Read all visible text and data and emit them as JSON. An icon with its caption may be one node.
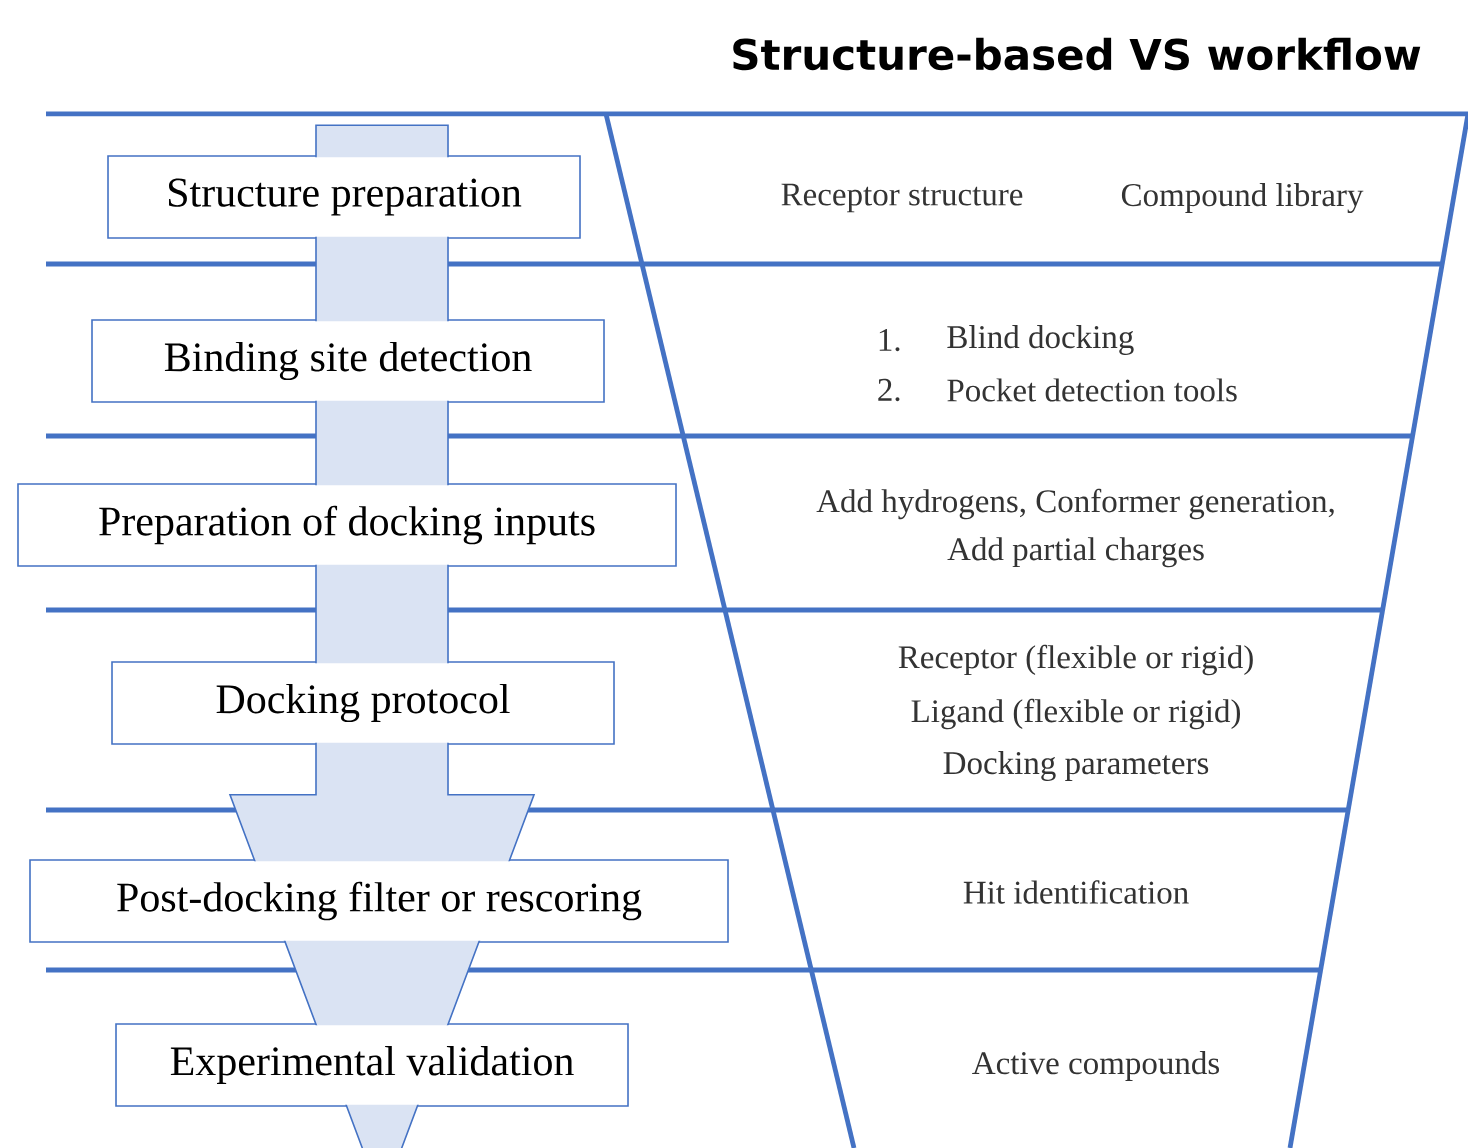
{
  "diagram": {
    "title": "Structure-based VS workflow",
    "nodes": [
      {
        "text": [
          "Structure preparation"
        ]
      },
      {
        "text": [
          "Binding site detection"
        ]
      },
      {
        "text": [
          "Preparation of docking inputs"
        ]
      },
      {
        "text": [
          "Docking protocol"
        ]
      },
      {
        "text": [
          "Post-docking filter or rescoring"
        ]
      },
      {
        "text": [
          "Experimental validation"
        ]
      }
    ],
    "edges": [
      {
        "from": 0,
        "to": 5,
        "arrow": "to"
      }
    ],
    "labels": [
      "Receptor structure",
      "Compound library",
      "1.",
      "Blind docking",
      "2.",
      "Pocket detection tools",
      "Add hydrogens, Conformer generation, Add partial charges",
      "Receptor (flexible or rigid)",
      "Ligand (flexible or rigid)",
      "Docking parameters",
      "Hit identification",
      "Active compounds"
    ]
  }
}
